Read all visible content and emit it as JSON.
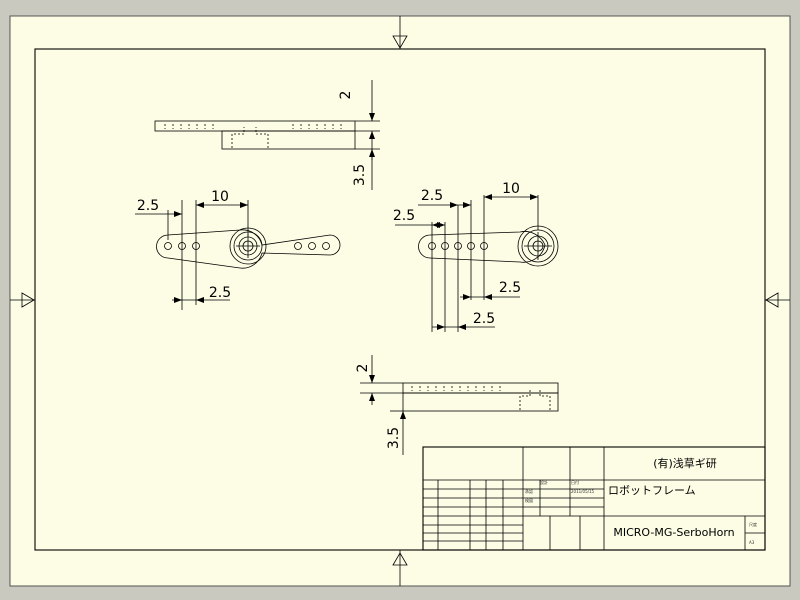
{
  "colors": {
    "background": "#c9c9c0",
    "paper": "#fdfde5",
    "line": "#000000"
  },
  "views": {
    "top_left": {
      "dims": [
        "2",
        "3.5"
      ]
    },
    "horn_left": {
      "dims": [
        "2.5",
        "10",
        "2.5"
      ]
    },
    "horn_right": {
      "dims": [
        "2.5",
        "10",
        "2.5",
        "2.5",
        "2.5"
      ]
    },
    "bottom_side": {
      "dims": [
        "2",
        "3.5"
      ]
    }
  },
  "title_block": {
    "company": "(有)浅草ギ研",
    "part_name": "ロボットフレーム",
    "drawing_number": "MICRO-MG-SerboHorn",
    "small_labels": [
      "設計",
      "日付",
      "承認",
      "2011/05/15",
      "検図",
      "尺度",
      "A3"
    ]
  },
  "markers": [
    "arrow-top",
    "arrow-bottom",
    "arrow-left",
    "arrow-right"
  ]
}
